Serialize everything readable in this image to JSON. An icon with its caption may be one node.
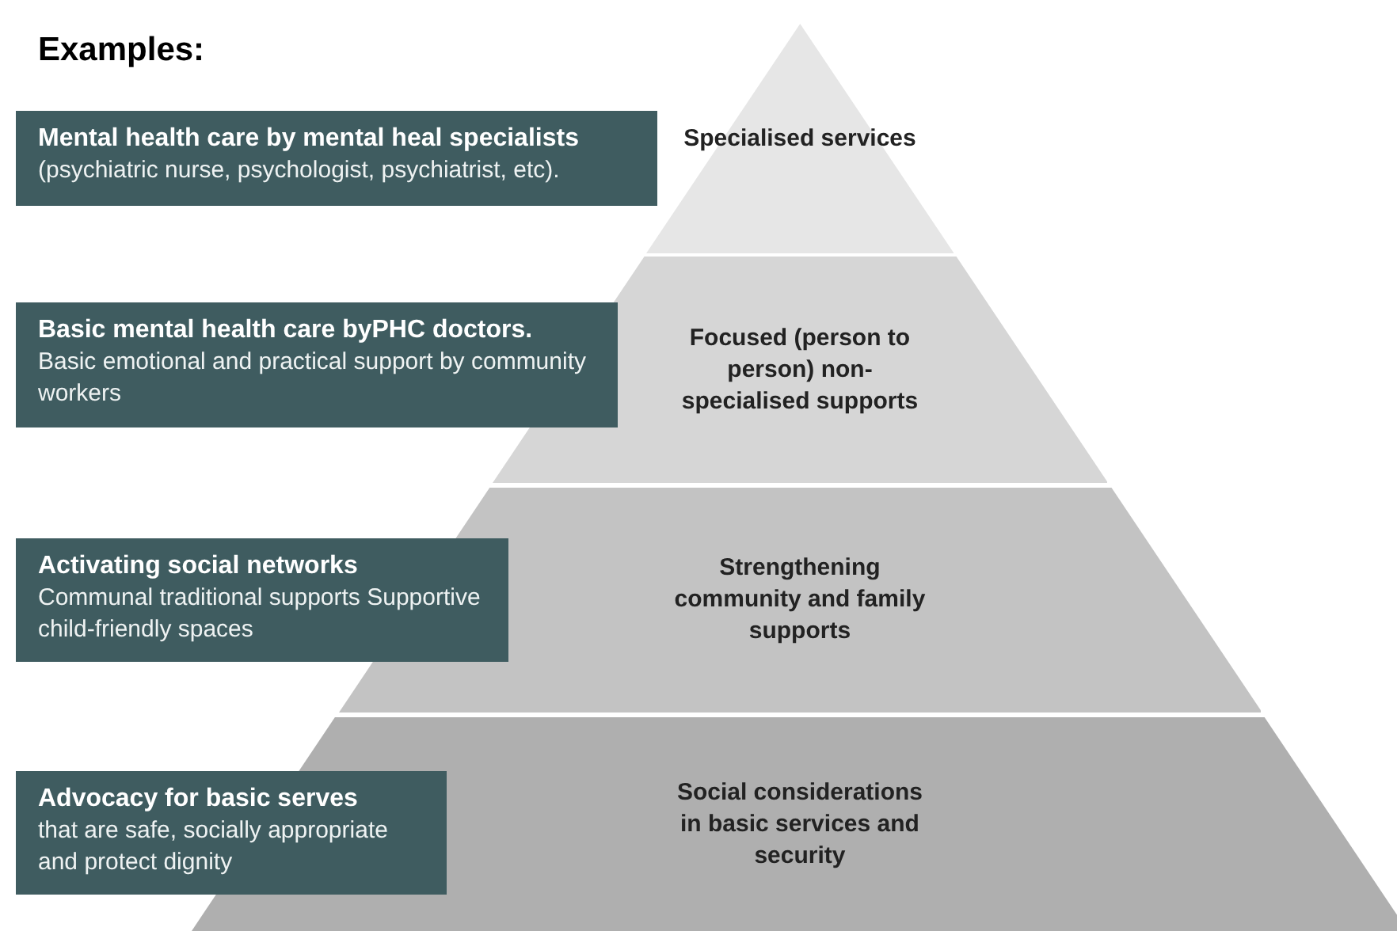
{
  "diagram": {
    "title": "Examples:",
    "nodes": [
      {
        "text": [
          "Specialised services"
        ]
      },
      {
        "text": [
          "Focused (person to person) non-specialised supports"
        ]
      },
      {
        "text": [
          "Strengthening community and family supports"
        ]
      },
      {
        "text": [
          "Social considerations in basic services and security"
        ]
      },
      {
        "text": [
          "Mental health care by mental heal specialists",
          "(psychiatric nurse, psychologist, psychiatrist, etc)."
        ]
      },
      {
        "text": [
          "Basic mental health care byPHC doctors.",
          "Basic emotional and practical support by community workers"
        ]
      },
      {
        "text": [
          "Activating social networks",
          "Communal traditional supports Supportive child-friendly spaces"
        ]
      },
      {
        "text": [
          "Advocacy for basic serves",
          "that are safe, socially appropriate and protect dignity"
        ]
      }
    ],
    "edges": []
  }
}
